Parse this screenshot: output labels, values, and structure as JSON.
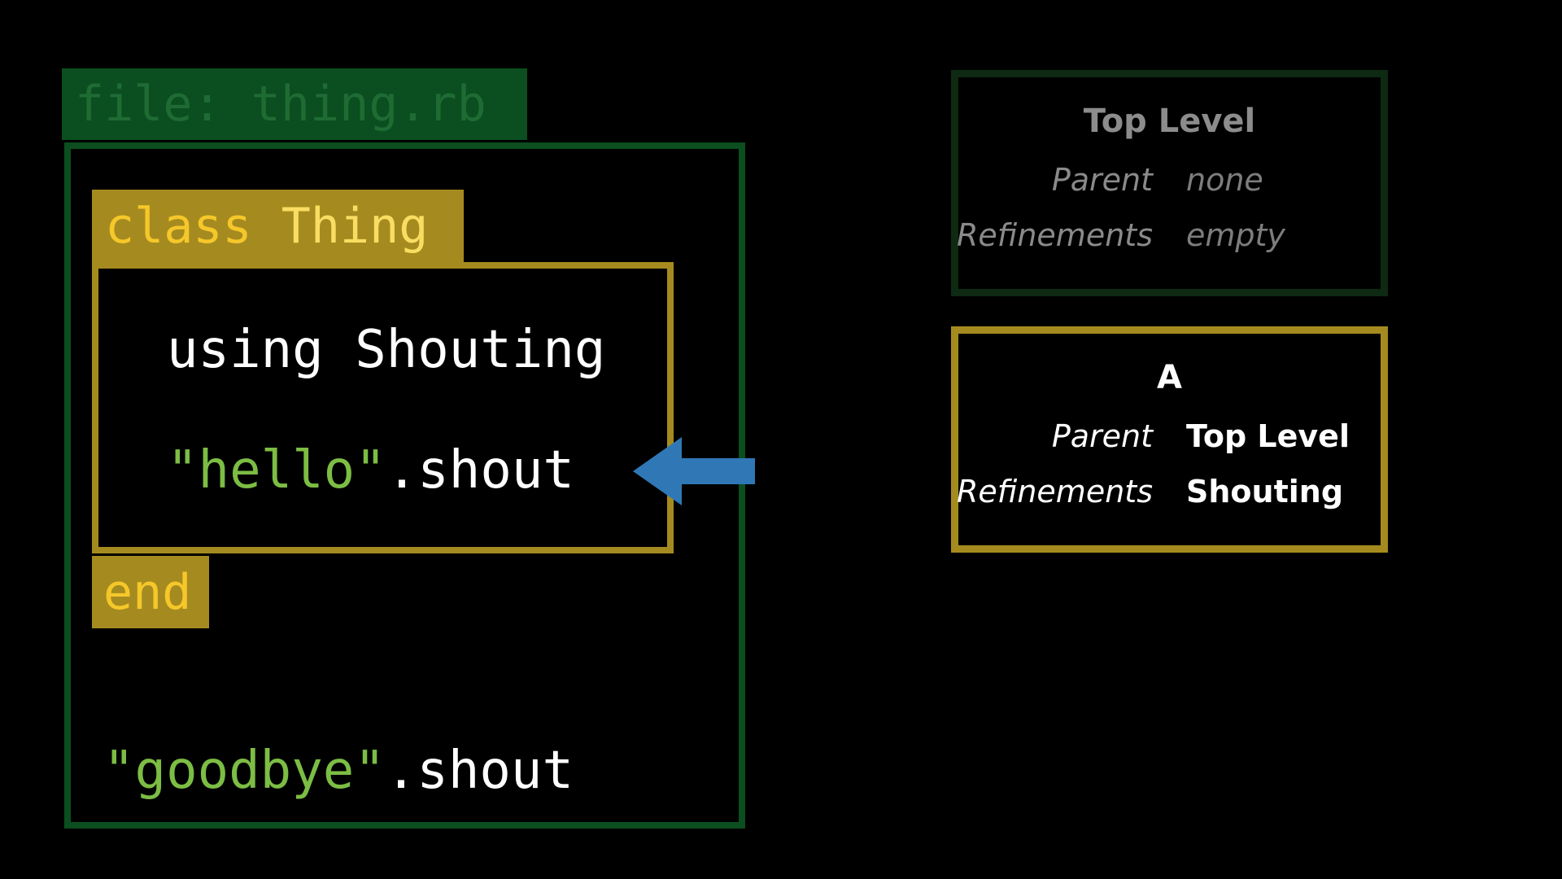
{
  "file": {
    "label": "file: thing.rb"
  },
  "code": {
    "class_keyword": "class",
    "class_name": "Thing",
    "using_line": "using Shouting",
    "hello_string": "\"hello\"",
    "hello_call": ".shout",
    "end_keyword": "end",
    "goodbye_string": "\"goodbye\"",
    "goodbye_call": ".shout"
  },
  "scopes": [
    {
      "title": "Top Level",
      "parent_label": "Parent",
      "parent_value": "none",
      "refinements_label": "Refinements",
      "refinements_value": "empty"
    },
    {
      "title": "A",
      "parent_label": "Parent",
      "parent_value": "Top Level",
      "refinements_label": "Refinements",
      "refinements_value": "Shouting"
    }
  ],
  "colors": {
    "file_green": "#0b4e1f",
    "class_gold": "#a58b1f",
    "keyword_yellow": "#f5c72a",
    "string_green": "#7cbd44",
    "arrow_blue": "#2f78b5",
    "background": "#000000"
  },
  "icons": {
    "pointer": "left-arrow-icon"
  }
}
